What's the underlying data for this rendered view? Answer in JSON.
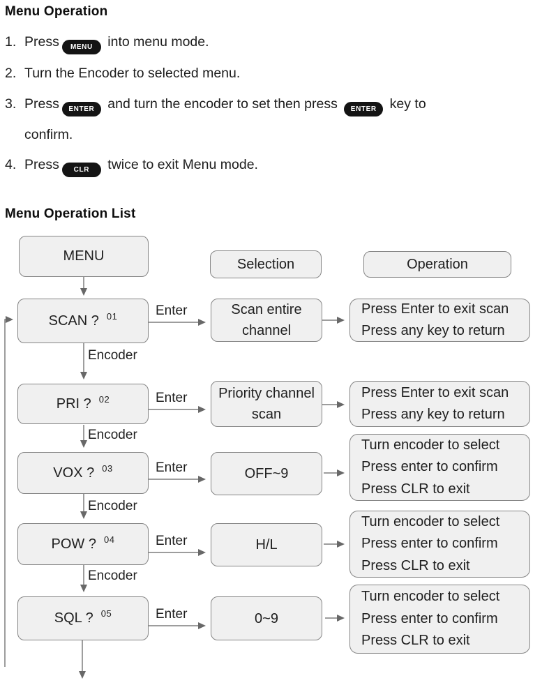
{
  "colors": {
    "box_fill": "#f0f0f0",
    "box_border": "#858585",
    "arrow": "#7d7d7d",
    "keycap_bg": "#141414",
    "keycap_text": "#ffffff",
    "text": "#1f1f1f"
  },
  "instructions": {
    "heading": "Menu Operation",
    "steps": [
      {
        "number": "1.",
        "pre": "Press",
        "key": "MENU",
        "post": " into menu mode."
      },
      {
        "number": "2.",
        "text": "Turn the Encoder to selected menu."
      },
      {
        "number": "3.",
        "pre": "Press",
        "key": "ENTER",
        "mid": " and turn the encoder to set then press ",
        "key2": "ENTER",
        "post": " key to",
        "continuation": "confirm."
      },
      {
        "number": "4.",
        "pre": "Press",
        "key": "CLR",
        "post": " twice to exit Menu mode."
      }
    ]
  },
  "flowchart": {
    "heading": "Menu Operation List",
    "start_label": "MENU",
    "column_headers": {
      "selection": "Selection",
      "operation": "Operation"
    },
    "edge_labels": {
      "enter": "Enter",
      "encoder": "Encoder"
    },
    "rows": [
      {
        "menu": "SCAN ?",
        "num": "01",
        "selection": [
          "Scan entire",
          "channel"
        ],
        "operation": [
          "Press Enter to exit scan",
          "Press any key to return"
        ]
      },
      {
        "menu": "PRI ?",
        "num": "02",
        "selection": [
          "Priority channel",
          "scan"
        ],
        "operation": [
          "Press Enter to exit scan",
          "Press any key to return"
        ]
      },
      {
        "menu": "VOX ?",
        "num": "03",
        "selection": "OFF~9",
        "operation": [
          "Turn encoder to select",
          "Press enter to confirm",
          "Press CLR to exit"
        ]
      },
      {
        "menu": "POW ?",
        "num": "04",
        "selection": "H/L",
        "operation": [
          "Turn encoder to select",
          "Press enter to confirm",
          "Press CLR to exit"
        ]
      },
      {
        "menu": "SQL ?",
        "num": "05",
        "selection": "0~9",
        "operation": [
          "Turn encoder to select",
          "Press enter to confirm",
          "Press CLR to exit"
        ]
      }
    ]
  }
}
